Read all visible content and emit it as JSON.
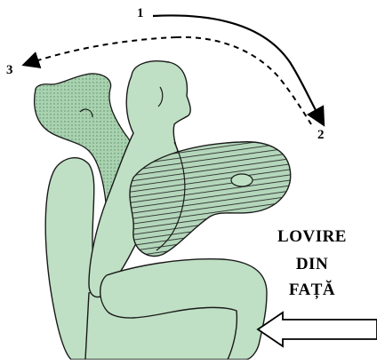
{
  "diagram": {
    "labels": {
      "n1": "1",
      "n2": "2",
      "n3": "3"
    },
    "caption": {
      "line1": "LOVIRE",
      "line2": "DIN",
      "line3": "FAȚĂ"
    },
    "colors": {
      "body_fill": "#bfe0c4",
      "shadow_fill": "#9cc7a4",
      "outline": "#1a1a1a",
      "arrow_stroke": "#000000",
      "background": "#ffffff"
    },
    "icons": {
      "impact_arrow": "hollow-left-arrow",
      "trajectory_solid": "curved-solid-arrow",
      "trajectory_dashed": "curved-dashed-arrow"
    }
  }
}
